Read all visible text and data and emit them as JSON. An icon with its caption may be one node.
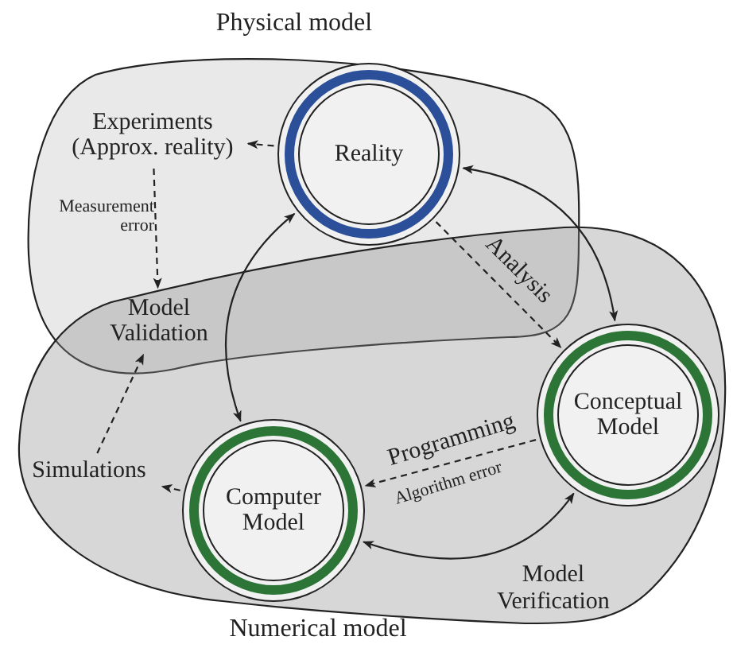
{
  "diagram": {
    "nodes": [
      {
        "text": [
          "Physical model"
        ]
      },
      {
        "text": [
          "Numerical model"
        ]
      },
      {
        "text": [
          "Reality"
        ],
        "in": 0
      },
      {
        "text": [
          "Experiments (Approx. reality)"
        ],
        "in": 0
      },
      {
        "text": [
          "Model Validation"
        ]
      },
      {
        "text": [
          "Conceptual Model"
        ],
        "in": 1
      },
      {
        "text": [
          "Computer Model"
        ],
        "in": 1
      },
      {
        "text": [
          "Simulations"
        ],
        "in": 1
      }
    ],
    "edges": [
      {
        "from": 2,
        "to": 3,
        "arrow": "to",
        "style": "dashed"
      },
      {
        "from": 3,
        "to": 4,
        "arrow": "to",
        "style": "dashed",
        "label": "Measurement error"
      },
      {
        "from": 2,
        "to": 5,
        "arrow": "to",
        "style": "dashed",
        "label": "Analysis"
      },
      {
        "from": 2,
        "to": 5,
        "arrow": "both"
      },
      {
        "from": 2,
        "to": 6,
        "arrow": "both"
      },
      {
        "from": 5,
        "to": 6,
        "arrow": "to",
        "style": "dashed",
        "label": "Programming"
      },
      {
        "from": 6,
        "to": 7,
        "arrow": "to",
        "style": "dashed"
      },
      {
        "from": 7,
        "to": 4,
        "arrow": "to",
        "style": "dashed"
      },
      {
        "from": 6,
        "to": 5,
        "arrow": "both",
        "label": "Model Verification"
      }
    ],
    "labels": [
      "Algorithm error"
    ]
  }
}
